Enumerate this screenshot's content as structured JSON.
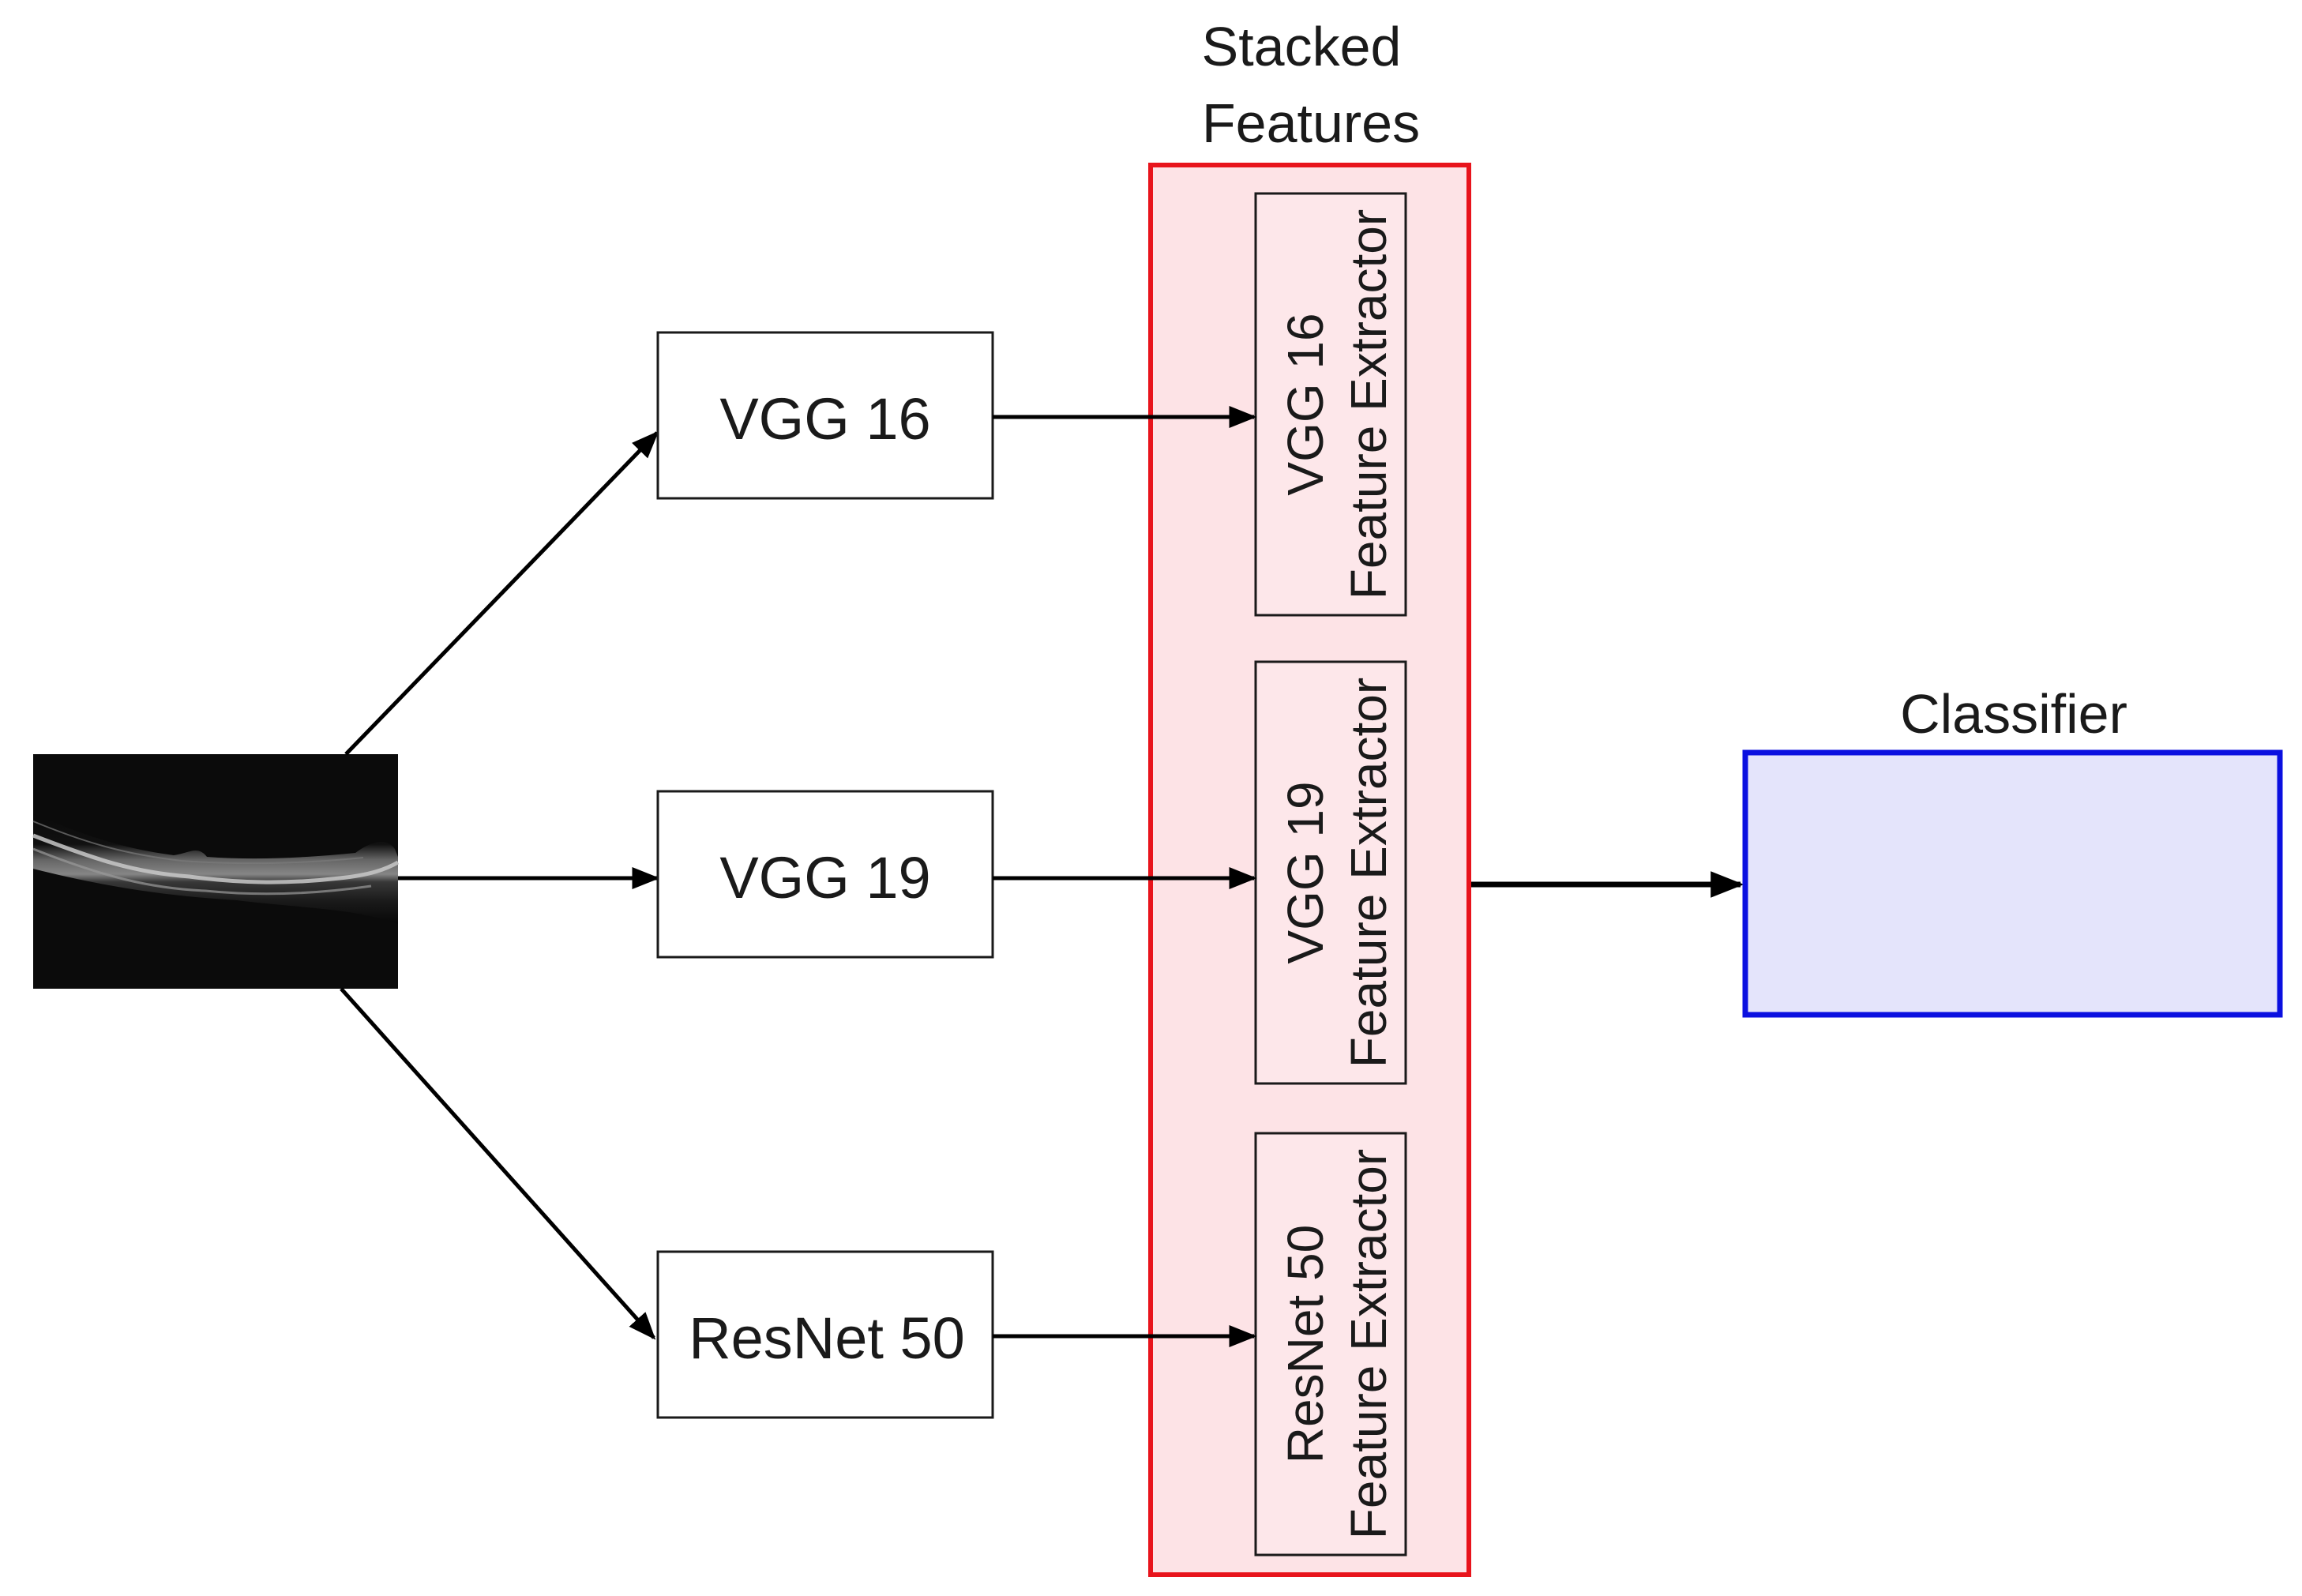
{
  "title": {
    "line1": "Stacked",
    "line2": "Features"
  },
  "classifier": {
    "label": "Classifier"
  },
  "input_image": {
    "icon": "oct-retina-scan-image"
  },
  "models": [
    {
      "label": "VGG 16"
    },
    {
      "label": "VGG 19"
    },
    {
      "label": "ResNet 50"
    }
  ],
  "extractors": [
    {
      "line1": "VGG 16",
      "line2": "Feature Extractor"
    },
    {
      "line1": "VGG 19",
      "line2": "Feature Extractor"
    },
    {
      "line1": "ResNet 50",
      "line2": "Feature Extractor"
    }
  ],
  "colors": {
    "stack_border": "#e8141c",
    "stack_fill": "#fde3e6",
    "extractor_fill": "#fde7ea",
    "classifier_border": "#0b10e0",
    "classifier_fill": "#e4e4fb",
    "arrow": "#000000"
  }
}
